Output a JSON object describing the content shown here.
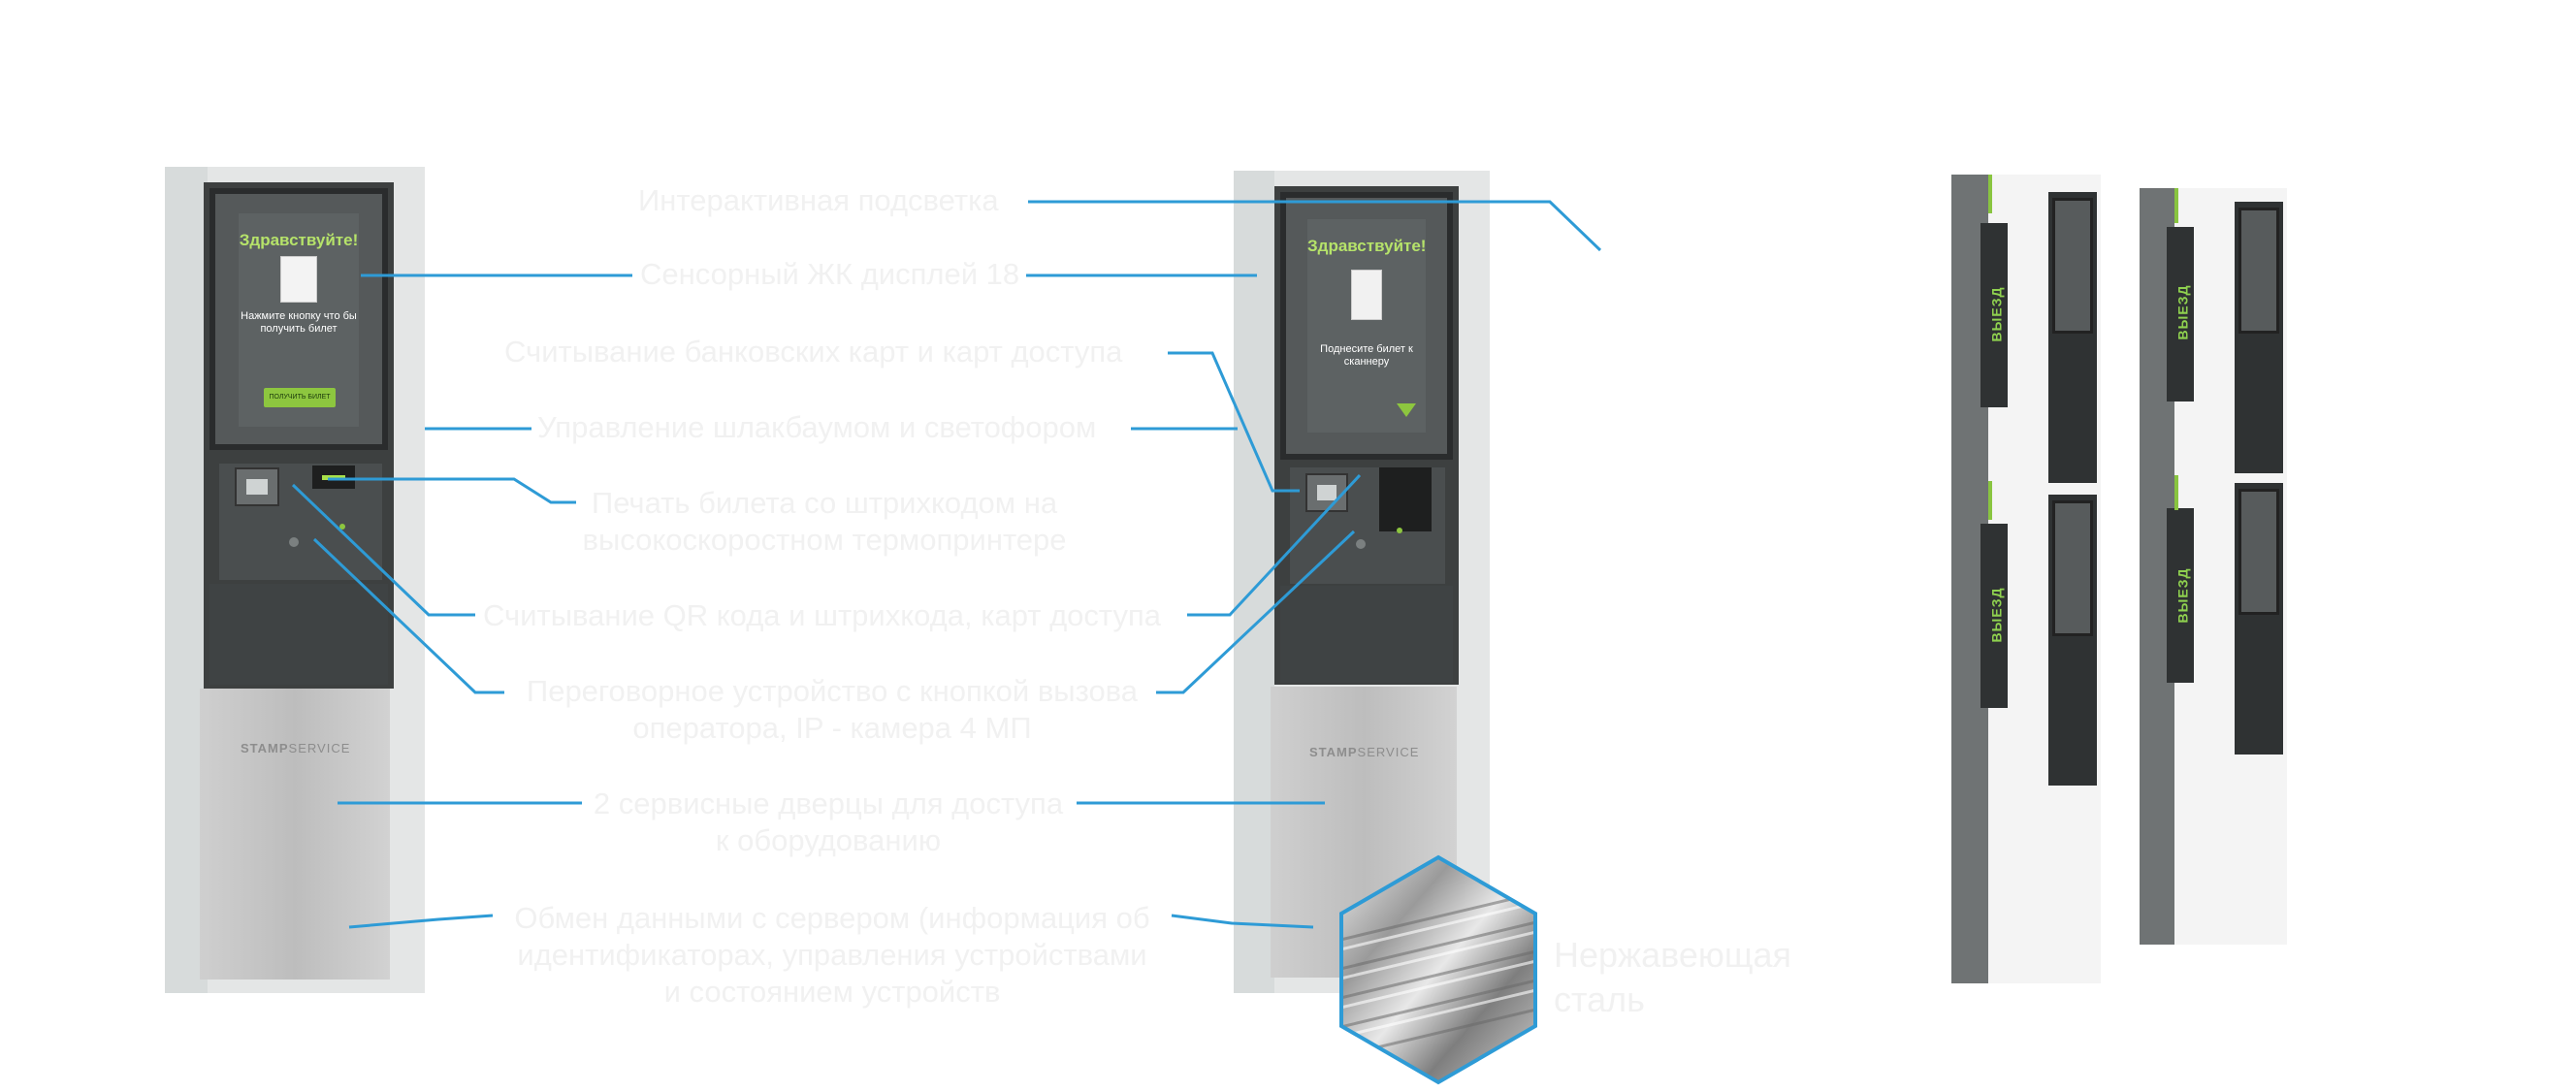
{
  "labels": {
    "backlight": "Интерактивная подсветка",
    "display": "Сенсорный ЖК дисплей 18",
    "cards": "Считывание банковских карт  и карт доступа",
    "barrier": "Управление шлакбаумом и светофором",
    "print_1": "Печать билета со штрихкодом на",
    "print_2": "высокоскоростном термопринтере",
    "qr": "Считывание QR кода и штрихкода, карт доступа",
    "intercom_1": "Переговорное устройство с кнопкой вызова",
    "intercom_2": "оператора, IP - камера 4 МП",
    "doors_1": "2 сервисные дверцы для доступа",
    "doors_2": "к оборудованию",
    "data_1": "Обмен данными с сервером (информация об",
    "data_2": "идентификаторах, управления устройствами",
    "data_3": "и состоянием устройств",
    "steel_1": "Нержавеющая",
    "steel_2": "сталь"
  },
  "kiosk_left": {
    "greeting": "Здравствуйте!",
    "message": "Нажмите кнопку что бы получить билет",
    "button": "ПОЛУЧИТЬ БИЛЕТ",
    "brand_bold": "STAMP",
    "brand_rest": "SERVICE"
  },
  "kiosk_right": {
    "greeting": "Здравствуйте!",
    "message": "Поднесите билет к сканнеру",
    "brand_bold": "STAMP",
    "brand_rest": "SERVICE"
  },
  "columns": {
    "exit_label": "ВЫЕЗД"
  },
  "colors": {
    "leader_line": "#2e9bd6",
    "label_text": "#f1f1f1",
    "accent_green": "#8dc63f"
  }
}
